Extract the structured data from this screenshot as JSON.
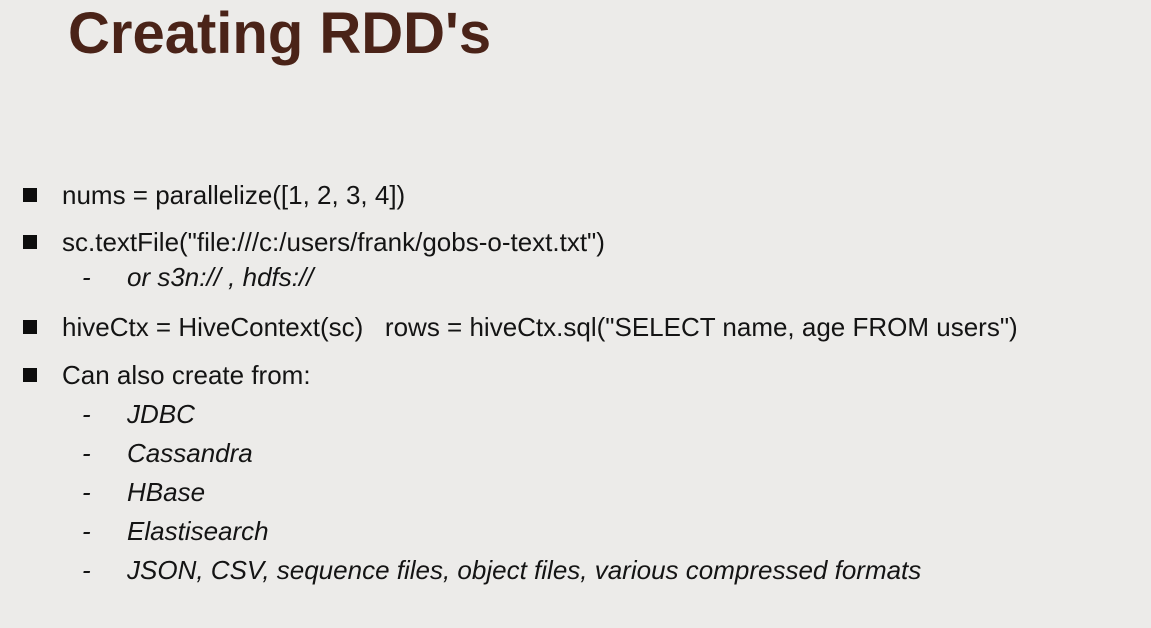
{
  "slide": {
    "title": "Creating RDD's",
    "sub_marker": "-",
    "colors": {
      "background": "#ECEBE9",
      "title": "#4A2318",
      "text": "#141414",
      "bullet_marker": "#0D0D0D"
    },
    "bullets": [
      {
        "text": "nums = parallelize([1, 2, 3, 4])",
        "sub": []
      },
      {
        "text": "sc.textFile(\"file:///c:/users/frank/gobs-o-text.txt\")",
        "sub": [
          "or s3n:// , hdfs://"
        ]
      },
      {
        "text": "hiveCtx = HiveContext(sc)   rows = hiveCtx.sql(\"SELECT name, age FROM users\")",
        "sub": []
      },
      {
        "text": "Can also create from:",
        "sub": [
          "JDBC",
          "Cassandra",
          "HBase",
          "Elastisearch",
          "JSON, CSV, sequence files, object files, various compressed formats"
        ]
      }
    ]
  }
}
